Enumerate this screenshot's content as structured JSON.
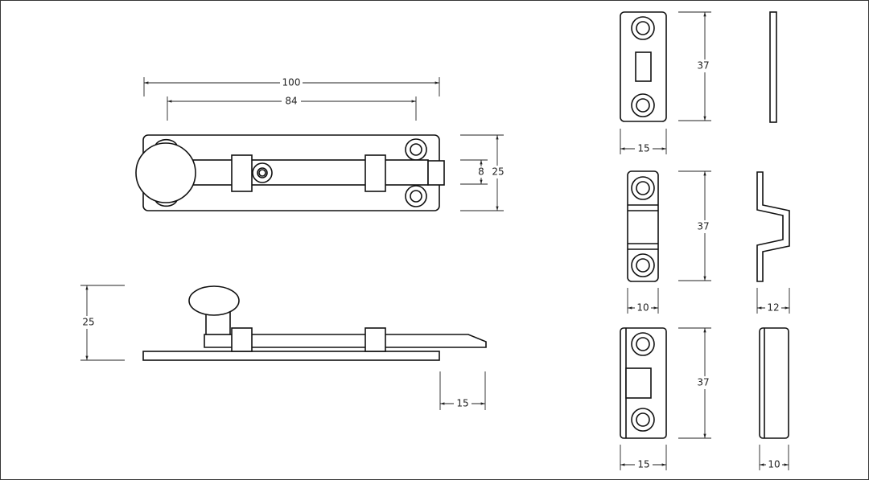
{
  "dimensions": {
    "bolt_length": "100",
    "hole_spacing": "84",
    "plate_height": "25",
    "bolt_height": "8",
    "side_height": "25",
    "bolt_projection": "15",
    "keeper_flat": {
      "height": "37",
      "width": "15"
    },
    "keeper_cranked": {
      "height": "37",
      "width": "10",
      "depth": "12"
    },
    "keeper_box": {
      "height": "37",
      "width": "15",
      "depth": "10"
    }
  }
}
